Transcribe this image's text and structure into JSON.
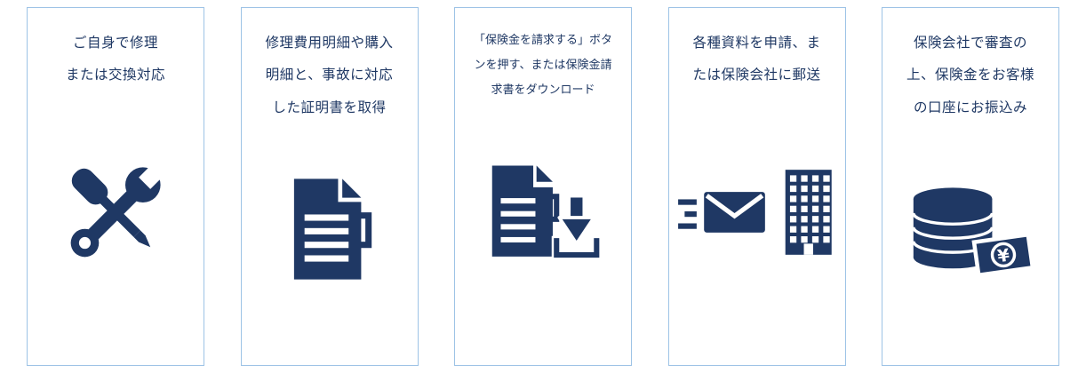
{
  "colors": {
    "navy": "#1f3864",
    "card_border": "#9dc3e6",
    "background": "#ffffff"
  },
  "steps": [
    {
      "text": "ご自身で修理\nまたは交換対応",
      "icon": "wrench-screwdriver-icon"
    },
    {
      "text": "修理費用明細や購入\n明細と、事故に対応\nした証明書を取得",
      "icon": "receipt-document-icon"
    },
    {
      "text": "「保険金を請求する」ボタ\nンを押す、または保険金請\n求書をダウンロード",
      "icon": "document-download-icon"
    },
    {
      "text": "各種資料を申請、ま\nたは保険会社に郵送",
      "icon": "mail-to-insurer-icon"
    },
    {
      "text": "保険会社で審査の\n上、保険金をお客様\nの口座にお振込み",
      "icon": "payout-coins-yen-icon"
    }
  ]
}
